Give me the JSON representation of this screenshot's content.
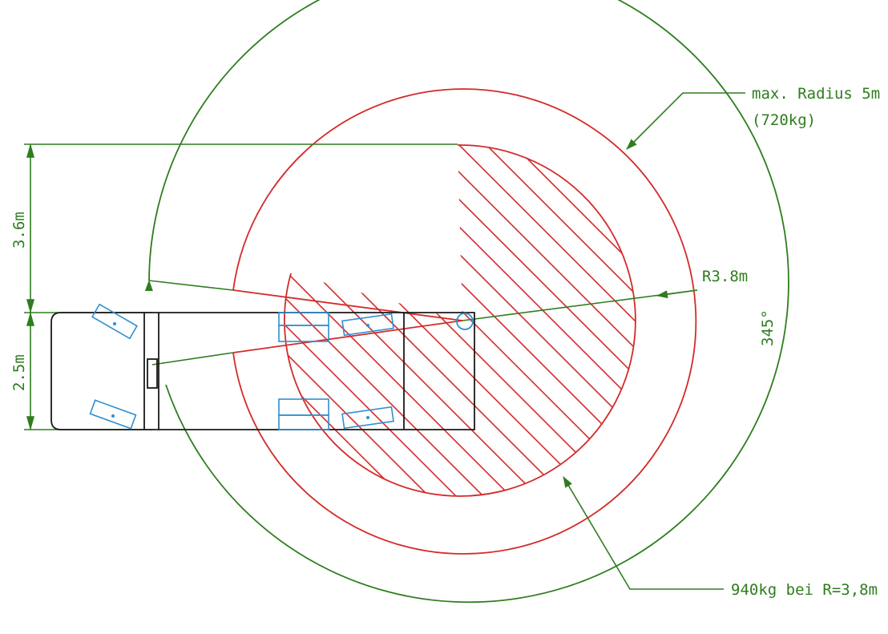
{
  "labels": {
    "max_radius": "max. Radius 5m",
    "max_radius_load": "(720kg)",
    "radius_38": "R3.8m",
    "angle": "345°",
    "dim_width": "3.6m",
    "dim_length": "2.5m",
    "load_at_radius": "940kg bei R=3,8m"
  },
  "colors": {
    "dimension_green": "#2e7d1e",
    "radius_red": "#d42a2a",
    "vehicle_black": "#1a1a1a",
    "outrigger_blue": "#2f8fd0"
  }
}
